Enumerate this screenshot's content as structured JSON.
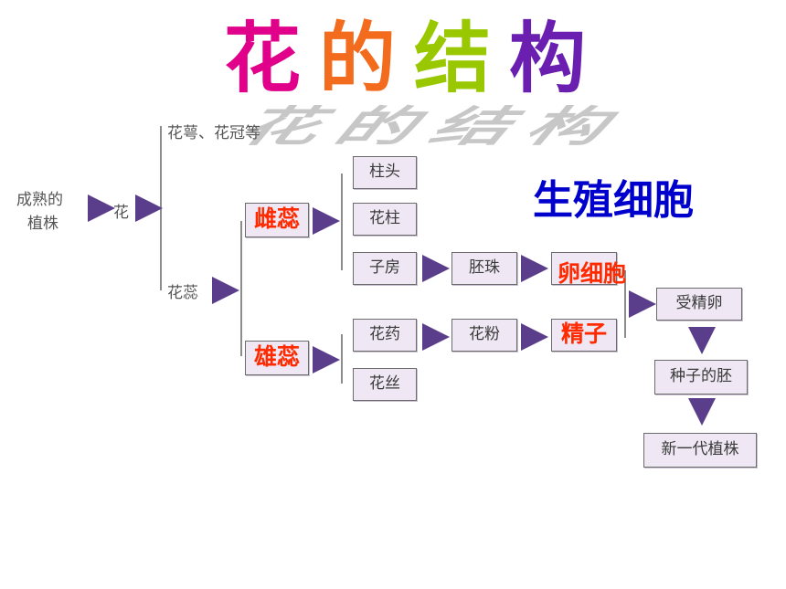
{
  "title": {
    "chars": [
      "花",
      "的",
      "结",
      "构"
    ],
    "colors": [
      "#e0008a",
      "#f36b1c",
      "#9ac800",
      "#6a1fb0"
    ]
  },
  "subtitle": "生殖细胞",
  "nodes": {
    "mature_plant_l1": "成熟的",
    "mature_plant_l2": "植株",
    "flower": "花",
    "sepal_corolla": "花萼、花冠等",
    "stamen_pistil": "花蕊",
    "pistil": "雌蕊",
    "stamen": "雄蕊",
    "stigma": "柱头",
    "style": "花柱",
    "ovary": "子房",
    "ovule": "胚珠",
    "egg_cell": "卵细胞",
    "anther": "花药",
    "filament": "花丝",
    "pollen": "花粉",
    "sperm": "精子",
    "zygote": "受精卵",
    "seed_embryo": "种子的胚",
    "new_plant": "新一代植株"
  },
  "colors": {
    "arrow": "#5a3e8c",
    "box_fill": "#efe8f4",
    "label_red": "#ff2a00",
    "subtitle_blue": "#0000cc"
  }
}
